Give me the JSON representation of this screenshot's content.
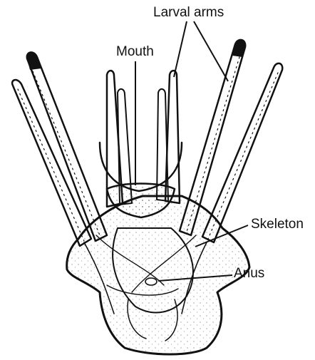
{
  "labels": {
    "larval_arms": "Larval arms",
    "mouth": "Mouth",
    "skeleton": "Skeleton",
    "anus": "Anus"
  },
  "colors": {
    "ink": "#111111",
    "body_fill": "#f7f7f7",
    "arm_fill": "#e9e9e9",
    "shade": "#bdbdbd"
  }
}
